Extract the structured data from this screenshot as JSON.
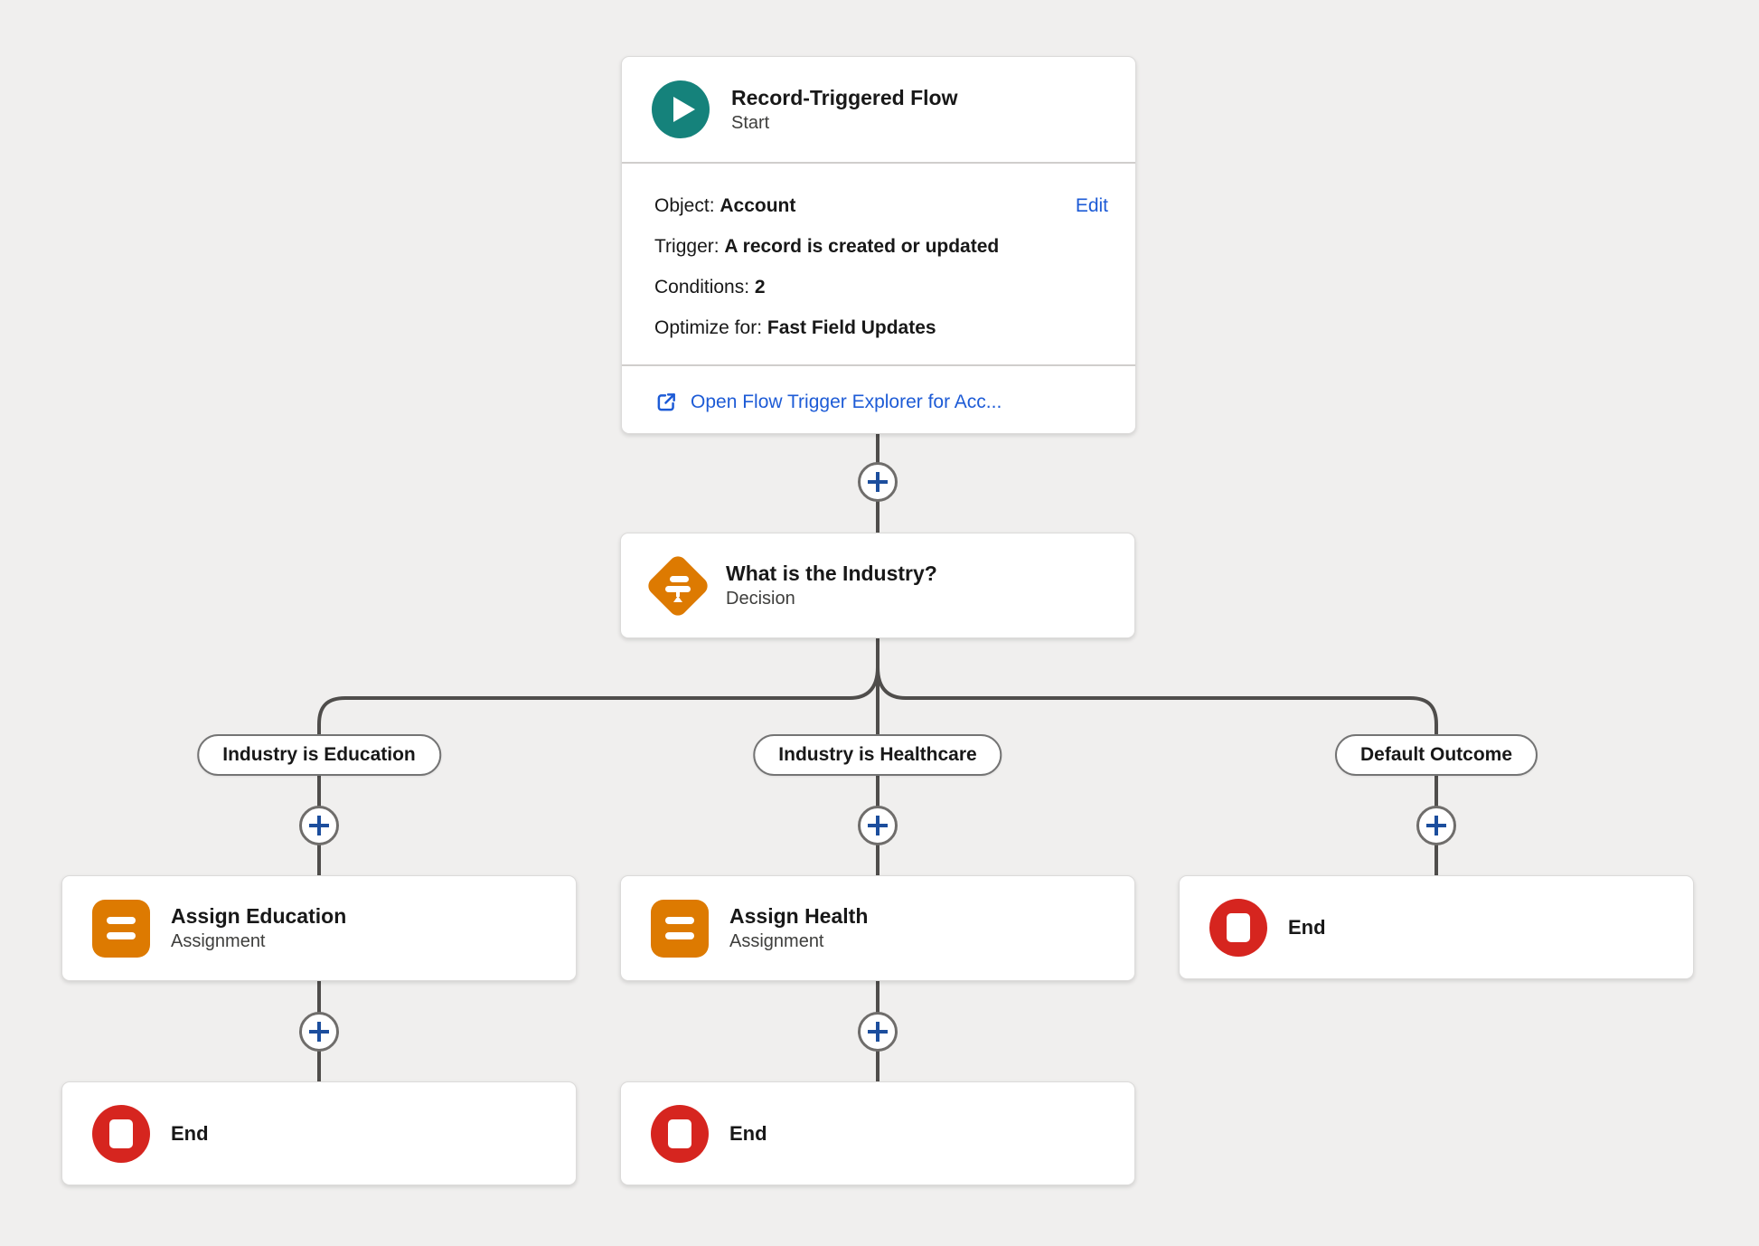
{
  "canvas": {
    "background": "#f0efee",
    "connector_color": "#4f4d4b",
    "plus_glyph_color": "#1c4e9d",
    "link_color": "#1d5bd6"
  },
  "start_node": {
    "title": "Record-Triggered Flow",
    "subtitle": "Start",
    "icon": "play-icon",
    "icon_color": "#15827b",
    "edit_link": "Edit",
    "fields": [
      {
        "label": "Object:",
        "value": "Account"
      },
      {
        "label": "Trigger:",
        "value": "A record is created or updated"
      },
      {
        "label": "Conditions:",
        "value": "2"
      },
      {
        "label": "Optimize for:",
        "value": "Fast Field Updates"
      }
    ],
    "footer_link": "Open Flow Trigger Explorer for Acc..."
  },
  "decision_node": {
    "title": "What is the Industry?",
    "subtitle": "Decision",
    "icon": "signpost-decision-icon",
    "icon_color": "#dd7a01"
  },
  "branches": [
    {
      "label": "Industry is Education",
      "assignment": {
        "title": "Assign Education",
        "subtitle": "Assignment",
        "icon_color": "#dd7a01"
      },
      "end": {
        "title": "End",
        "icon_color": "#d6251f"
      }
    },
    {
      "label": "Industry is Healthcare",
      "assignment": {
        "title": "Assign Health",
        "subtitle": "Assignment",
        "icon_color": "#dd7a01"
      },
      "end": {
        "title": "End",
        "icon_color": "#d6251f"
      }
    },
    {
      "label": "Default Outcome",
      "end": {
        "title": "End",
        "icon_color": "#d6251f"
      }
    }
  ]
}
